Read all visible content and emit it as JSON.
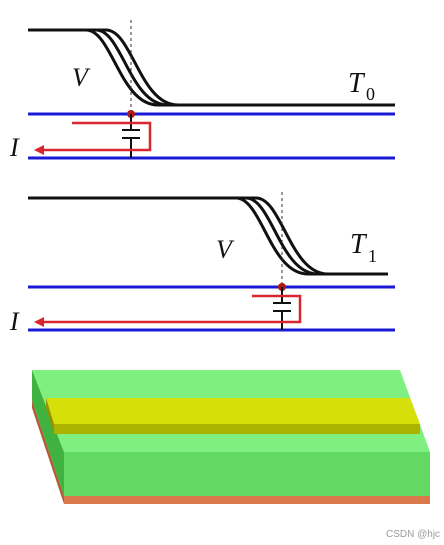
{
  "panel_t0": {
    "v_label": "V",
    "t_label": "T",
    "t_subscript": "0",
    "i_label": "I"
  },
  "panel_t1": {
    "v_label": "V",
    "t_label": "T",
    "t_subscript": "1",
    "i_label": "I"
  },
  "colors": {
    "wire": "#1a1ad6",
    "current": "#d8262e",
    "curve": "#111111",
    "green_light": "#7fef7f",
    "green_mid": "#63d963",
    "yellow": "#d6df0a",
    "orange": "#d9784a"
  },
  "watermark": "CSDN @hjc"
}
